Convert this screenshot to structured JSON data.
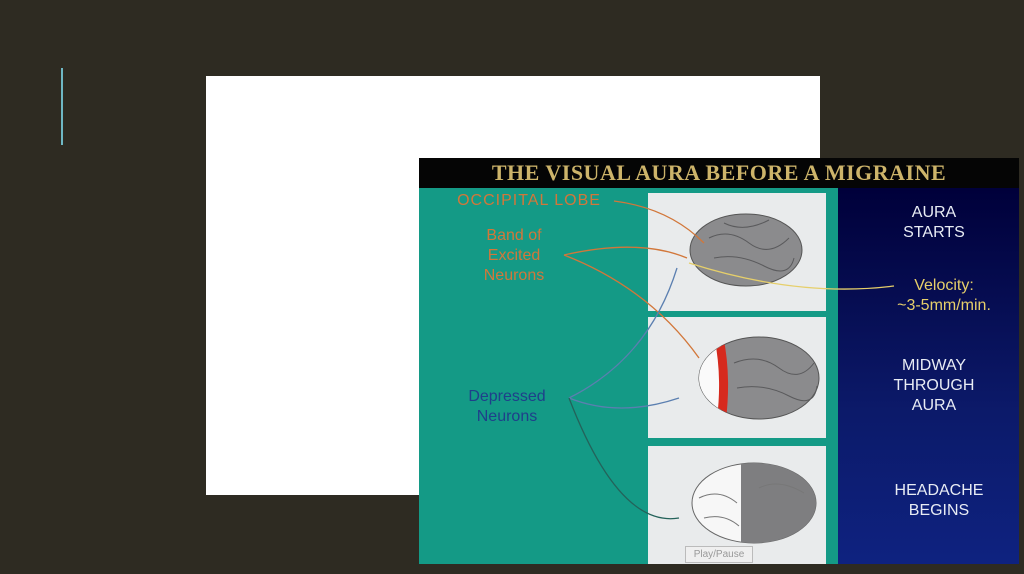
{
  "slide": {
    "title": "THE VISUAL AURA BEFORE A MIGRAINE",
    "labels": {
      "occipital_lobe": "OCCIPITAL LOBE",
      "band_of_excited_neurons": [
        "Band of",
        "Excited",
        "Neurons"
      ],
      "depressed_neurons": [
        "Depressed",
        "Neurons"
      ],
      "velocity": [
        "Velocity:",
        "~3-5mm/min."
      ]
    },
    "stages": [
      {
        "lines": [
          "AURA",
          "STARTS"
        ]
      },
      {
        "lines": [
          "MIDWAY",
          "THROUGH",
          "AURA"
        ]
      },
      {
        "lines": [
          "HEADACHE",
          "BEGINS"
        ]
      }
    ],
    "video_control": "Play/Pause"
  },
  "colors": {
    "background": "#2e2b22",
    "teal": "#149a86",
    "navy": "#0c1a6a",
    "title_gold": "#cdb46a",
    "excited_red": "#d62a1e"
  }
}
